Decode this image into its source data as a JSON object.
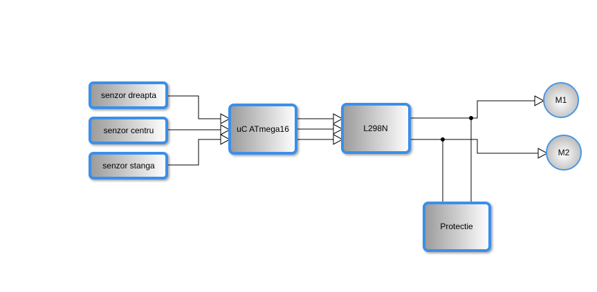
{
  "colors": {
    "block_border": "#3a8fe8",
    "block_fill_light": "#ffffff",
    "block_fill_dark": "#9a9a9a",
    "motor_border": "#4a96e6",
    "wire": "#000000"
  },
  "icons": {
    "input_arrow": "hollow-triangle-arrow-icon",
    "junction": "junction-dot-icon"
  },
  "blocks": {
    "sensor_right": "senzor dreapta",
    "sensor_center": "senzor centru",
    "sensor_left": "senzor stanga",
    "microcontroller": "uC ATmega16",
    "driver": "L298N",
    "protection": "Protectie"
  },
  "motors": {
    "m1": "M1",
    "m2": "M2"
  }
}
